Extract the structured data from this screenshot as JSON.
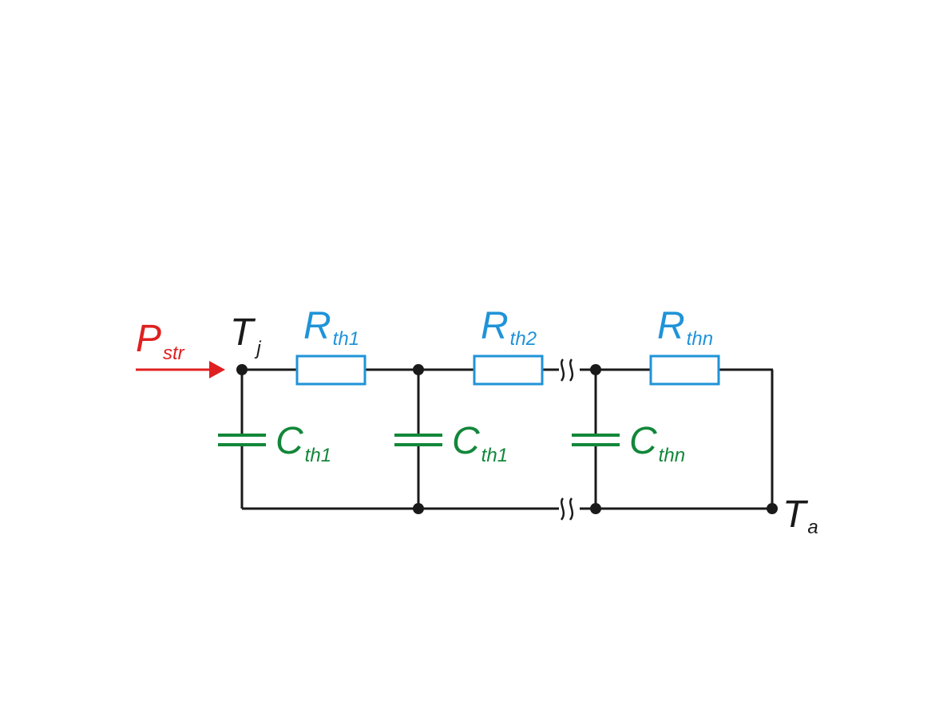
{
  "colors": {
    "wire": "#1a1a1a",
    "power": "#e02020",
    "resistor": "#1f93d8",
    "capacitor": "#12873a"
  },
  "labels": {
    "power": {
      "main": "P",
      "sub": "str"
    },
    "tj": {
      "main": "T",
      "sub": "j"
    },
    "ta": {
      "main": "T",
      "sub": "a"
    },
    "r1": {
      "main": "R",
      "sub": "th1"
    },
    "r2": {
      "main": "R",
      "sub": "th2"
    },
    "rn": {
      "main": "R",
      "sub": "thn"
    },
    "c1": {
      "main": "C",
      "sub": "th1"
    },
    "c2": {
      "main": "C",
      "sub": "th1"
    },
    "cn": {
      "main": "C",
      "sub": "thn"
    }
  }
}
